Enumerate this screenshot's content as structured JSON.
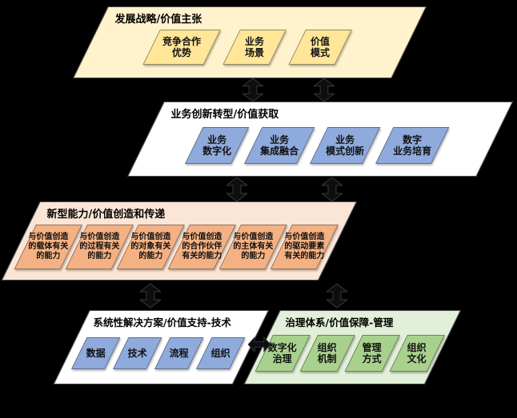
{
  "diagram": {
    "layers": [
      {
        "title": "发展战略/价值主张",
        "boxes": [
          "竞争合作\n优势",
          "业务\n场景",
          "价值\n模式"
        ]
      },
      {
        "title": "业务创新转型/价值获取",
        "boxes": [
          "业务\n数字化",
          "业务\n集成融合",
          "业务\n模式创新",
          "数字\n业务培育"
        ]
      },
      {
        "title": "新型能力/价值创造和传递",
        "boxes": [
          "与价值创造\n的载体有关\n的能力",
          "与价值创造\n的过程有关\n的能力",
          "与价值创造\n的对象有关\n的能力",
          "与价值创造\n的合作伙伴\n有关的能力",
          "与价值创造\n的主体有关\n的能力",
          "与价值创造\n的驱动要素\n有关的能力"
        ]
      },
      {
        "title": "系统性解决方案/价值支持-技术",
        "boxes": [
          "数据",
          "技术",
          "流程",
          "组织"
        ]
      },
      {
        "title": "治理体系/价值保障-管理",
        "boxes": [
          "数字化\n治理",
          "组织\n机制",
          "管理\n方式",
          "组织\n文化"
        ]
      }
    ],
    "colors": {
      "background": "#000000",
      "strategy_bg": "#FFF2CC",
      "strategy_box": "#FFE699",
      "business_bg": "#FFFFFF",
      "business_box": "#8FAADC",
      "capability_bg": "#FBE5D6",
      "capability_box": "#F4B183",
      "solution_bg": "#FFFFFF",
      "solution_box": "#8FAADC",
      "governance_bg": "#E2F0D9",
      "governance_box": "#A9D18E"
    }
  }
}
